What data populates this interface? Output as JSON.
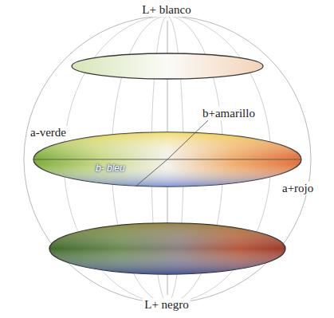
{
  "diagram": {
    "labels": [
      "L+ blanco",
      "a-verde",
      "b+amarillo",
      "b- bleu",
      "a+rojo",
      "L+ negro"
    ]
  }
}
